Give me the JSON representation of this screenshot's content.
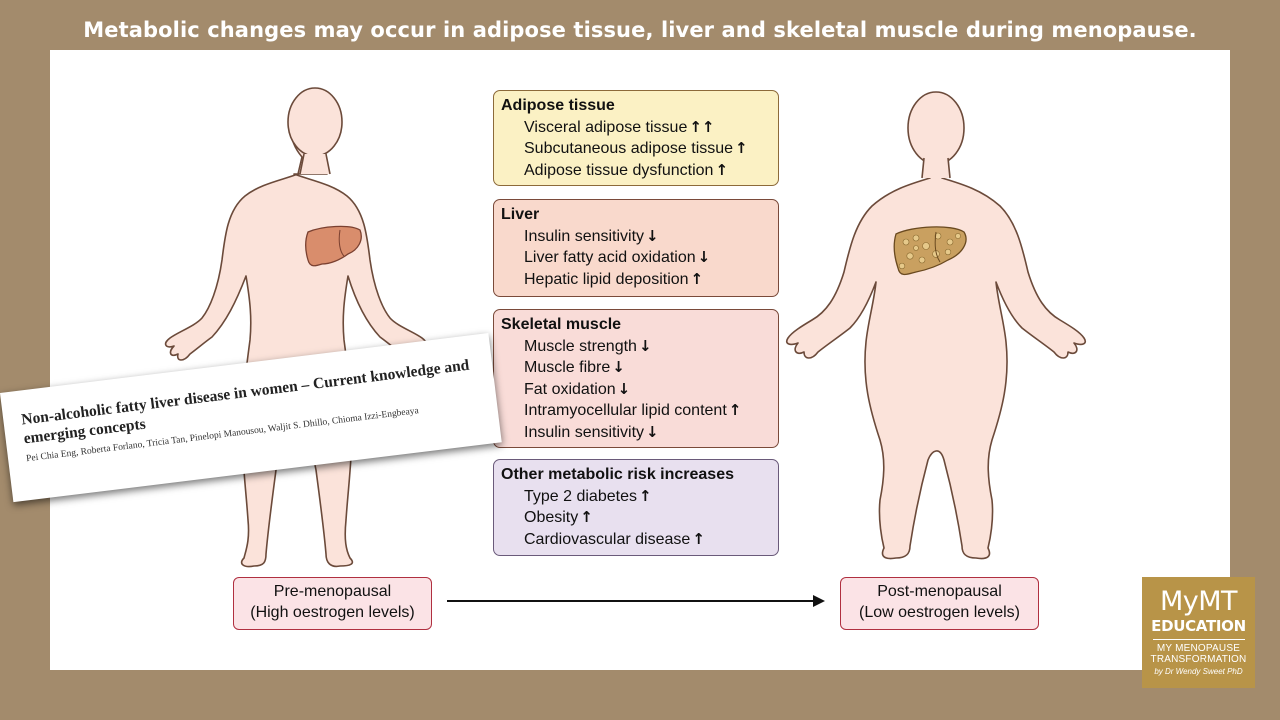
{
  "title": "Metabolic changes may occur in adipose tissue, liver and skeletal muscle during menopause.",
  "boxes": {
    "adipose": {
      "heading": "Adipose tissue",
      "items": [
        {
          "text": "Visceral adipose tissue",
          "arrow": "↑↑"
        },
        {
          "text": "Subcutaneous adipose tissue",
          "arrow": "↑"
        },
        {
          "text": "Adipose tissue dysfunction",
          "arrow": "↑"
        }
      ]
    },
    "liver": {
      "heading": "Liver",
      "items": [
        {
          "text": "Insulin sensitivity",
          "arrow": "↓"
        },
        {
          "text": "Liver fatty acid oxidation",
          "arrow": "↓"
        },
        {
          "text": "Hepatic lipid deposition",
          "arrow": "↑"
        }
      ]
    },
    "muscle": {
      "heading": "Skeletal muscle",
      "items": [
        {
          "text": "Muscle strength",
          "arrow": "↓"
        },
        {
          "text": "Muscle fibre",
          "arrow": "↓"
        },
        {
          "text": "Fat oxidation",
          "arrow": "↓"
        },
        {
          "text": "Intramyocellular lipid content",
          "arrow": "↑"
        },
        {
          "text": "Insulin sensitivity",
          "arrow": "↓"
        }
      ]
    },
    "other": {
      "heading": "Other metabolic risk increases",
      "items": [
        {
          "text": "Type 2 diabetes",
          "arrow": "↑"
        },
        {
          "text": "Obesity",
          "arrow": "↑"
        },
        {
          "text": "Cardiovascular disease",
          "arrow": "↑"
        }
      ]
    }
  },
  "pre": {
    "line1": "Pre-menopausal",
    "line2": "(High oestrogen levels)"
  },
  "post": {
    "line1": "Post-menopausal",
    "line2": "(Low oestrogen levels)"
  },
  "paper": {
    "title": "Non-alcoholic fatty liver disease in women – Current knowledge and emerging concepts",
    "authors": "Pei Chia Eng, Roberta Forlano, Tricia Tan, Pinelopi Manousou, Waljit S. Dhillo, Chioma Izzi-Engbeaya"
  },
  "logo": {
    "line1": "MyMT",
    "line2": "EDUCATION",
    "line3": "MY MENOPAUSE",
    "line4": "TRANSFORMATION",
    "line5": "by Dr Wendy Sweet PhD"
  },
  "colors": {
    "background": "#a38b6c",
    "skin": "#fbe3da",
    "body_outline": "#6b4a3a",
    "liver_healthy": "#d98d6c",
    "liver_fatty": "#c9a060",
    "logo": "#b89448"
  }
}
